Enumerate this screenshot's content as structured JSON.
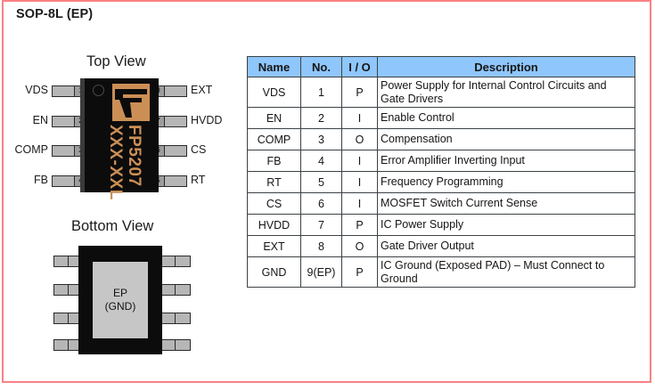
{
  "package": {
    "title": "SOP-8L (EP)",
    "border_color": "#fb8184"
  },
  "top_view": {
    "caption": "Top View",
    "marking_part": "FP5207",
    "marking_lot": "XXX-XXL",
    "body_color": "#0c0c0c",
    "logo_color": "#cb8f56",
    "left_pins": [
      {
        "label": "VDS",
        "number": "1"
      },
      {
        "label": "EN",
        "number": "2"
      },
      {
        "label": "COMP",
        "number": "3"
      },
      {
        "label": "FB",
        "number": "4"
      }
    ],
    "right_pins": [
      {
        "label": "EXT",
        "number": "8"
      },
      {
        "label": "HVDD",
        "number": "7"
      },
      {
        "label": "CS",
        "number": "6"
      },
      {
        "label": "RT",
        "number": "5"
      }
    ]
  },
  "bottom_view": {
    "caption": "Bottom View",
    "pad_label_line1": "EP",
    "pad_label_line2": "(GND)",
    "pad_color": "#c6c6c6"
  },
  "pin_table": {
    "header_color": "#8fc6fb",
    "headers": [
      "Name",
      "No.",
      "I / O",
      "Description"
    ],
    "rows": [
      {
        "name": "VDS",
        "no": "1",
        "io": "P",
        "desc": "Power Supply for Internal Control Circuits and Gate Drivers",
        "tall": true
      },
      {
        "name": "EN",
        "no": "2",
        "io": "I",
        "desc": "Enable Control",
        "tall": false
      },
      {
        "name": "COMP",
        "no": "3",
        "io": "O",
        "desc": "Compensation",
        "tall": false
      },
      {
        "name": "FB",
        "no": "4",
        "io": "I",
        "desc": "Error Amplifier Inverting Input",
        "tall": false
      },
      {
        "name": "RT",
        "no": "5",
        "io": "I",
        "desc": "Frequency Programming",
        "tall": false
      },
      {
        "name": "CS",
        "no": "6",
        "io": "I",
        "desc": "MOSFET Switch Current Sense",
        "tall": false
      },
      {
        "name": "HVDD",
        "no": "7",
        "io": "P",
        "desc": "IC Power Supply",
        "tall": false
      },
      {
        "name": "EXT",
        "no": "8",
        "io": "O",
        "desc": "Gate Driver Output",
        "tall": false
      },
      {
        "name": "GND",
        "no": "9(EP)",
        "io": "P",
        "desc": "IC Ground (Exposed PAD) – Must Connect to Ground",
        "tall": true
      }
    ]
  }
}
